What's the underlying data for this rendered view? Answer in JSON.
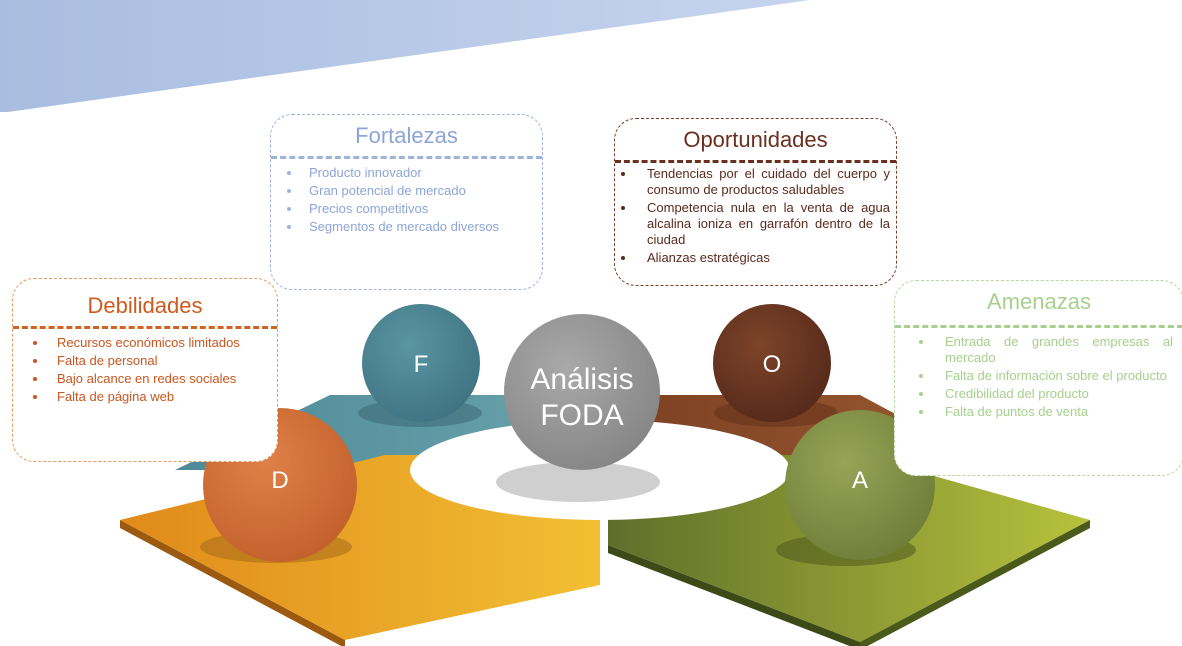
{
  "diagram": {
    "center_label": "Análisis FODA",
    "quadrants": [
      {
        "letter": "F",
        "title": "Fortalezas",
        "items": [
          "Producto innovador",
          "Gran potencial de mercado",
          "Precios competitivos",
          "Segmentos de mercado diversos"
        ],
        "color": "#4a7f8d",
        "text_color": "#8ca5d9"
      },
      {
        "letter": "O",
        "title": "Oportunidades",
        "items": [
          "Tendencias por el cuidado del cuerpo y consumo de productos saludables",
          "Competencia nula en la venta de agua alcalina ioniza en garrafón dentro de la ciudad",
          "Alianzas estratégicas"
        ],
        "color": "#6d3a23",
        "text_color": "#5a2a1c"
      },
      {
        "letter": "D",
        "title": "Debilidades",
        "items": [
          "Recursos económicos limitados",
          "Falta de personal",
          "Bajo alcance en redes sociales",
          "Falta de página web"
        ],
        "color": "#d0703a",
        "text_color": "#c8561e"
      },
      {
        "letter": "A",
        "title": "Amenazas",
        "items": [
          "Entrada de grandes empresas al mercado",
          "Falta de información sobre el producto",
          "Credibilidad del producto",
          "Falta de puntos de venta"
        ],
        "color": "#8a9a4a",
        "text_color": "#a6d08d"
      }
    ]
  }
}
